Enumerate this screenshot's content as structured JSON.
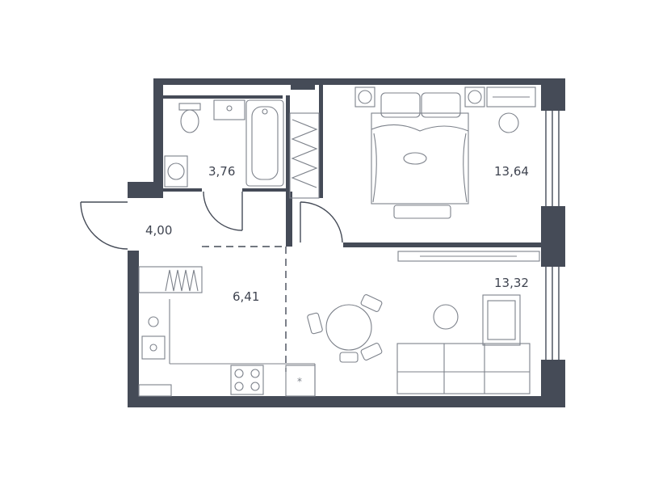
{
  "rooms": [
    {
      "id": "bathroom",
      "area": "3,76"
    },
    {
      "id": "hallway",
      "area": "4,00"
    },
    {
      "id": "bedroom",
      "area": "13,64"
    },
    {
      "id": "kitchen",
      "area": "6,41"
    },
    {
      "id": "living",
      "area": "13,32"
    }
  ],
  "colors": {
    "wall": "#454b57",
    "furniture": "#7c818a",
    "background": "#ffffff"
  }
}
